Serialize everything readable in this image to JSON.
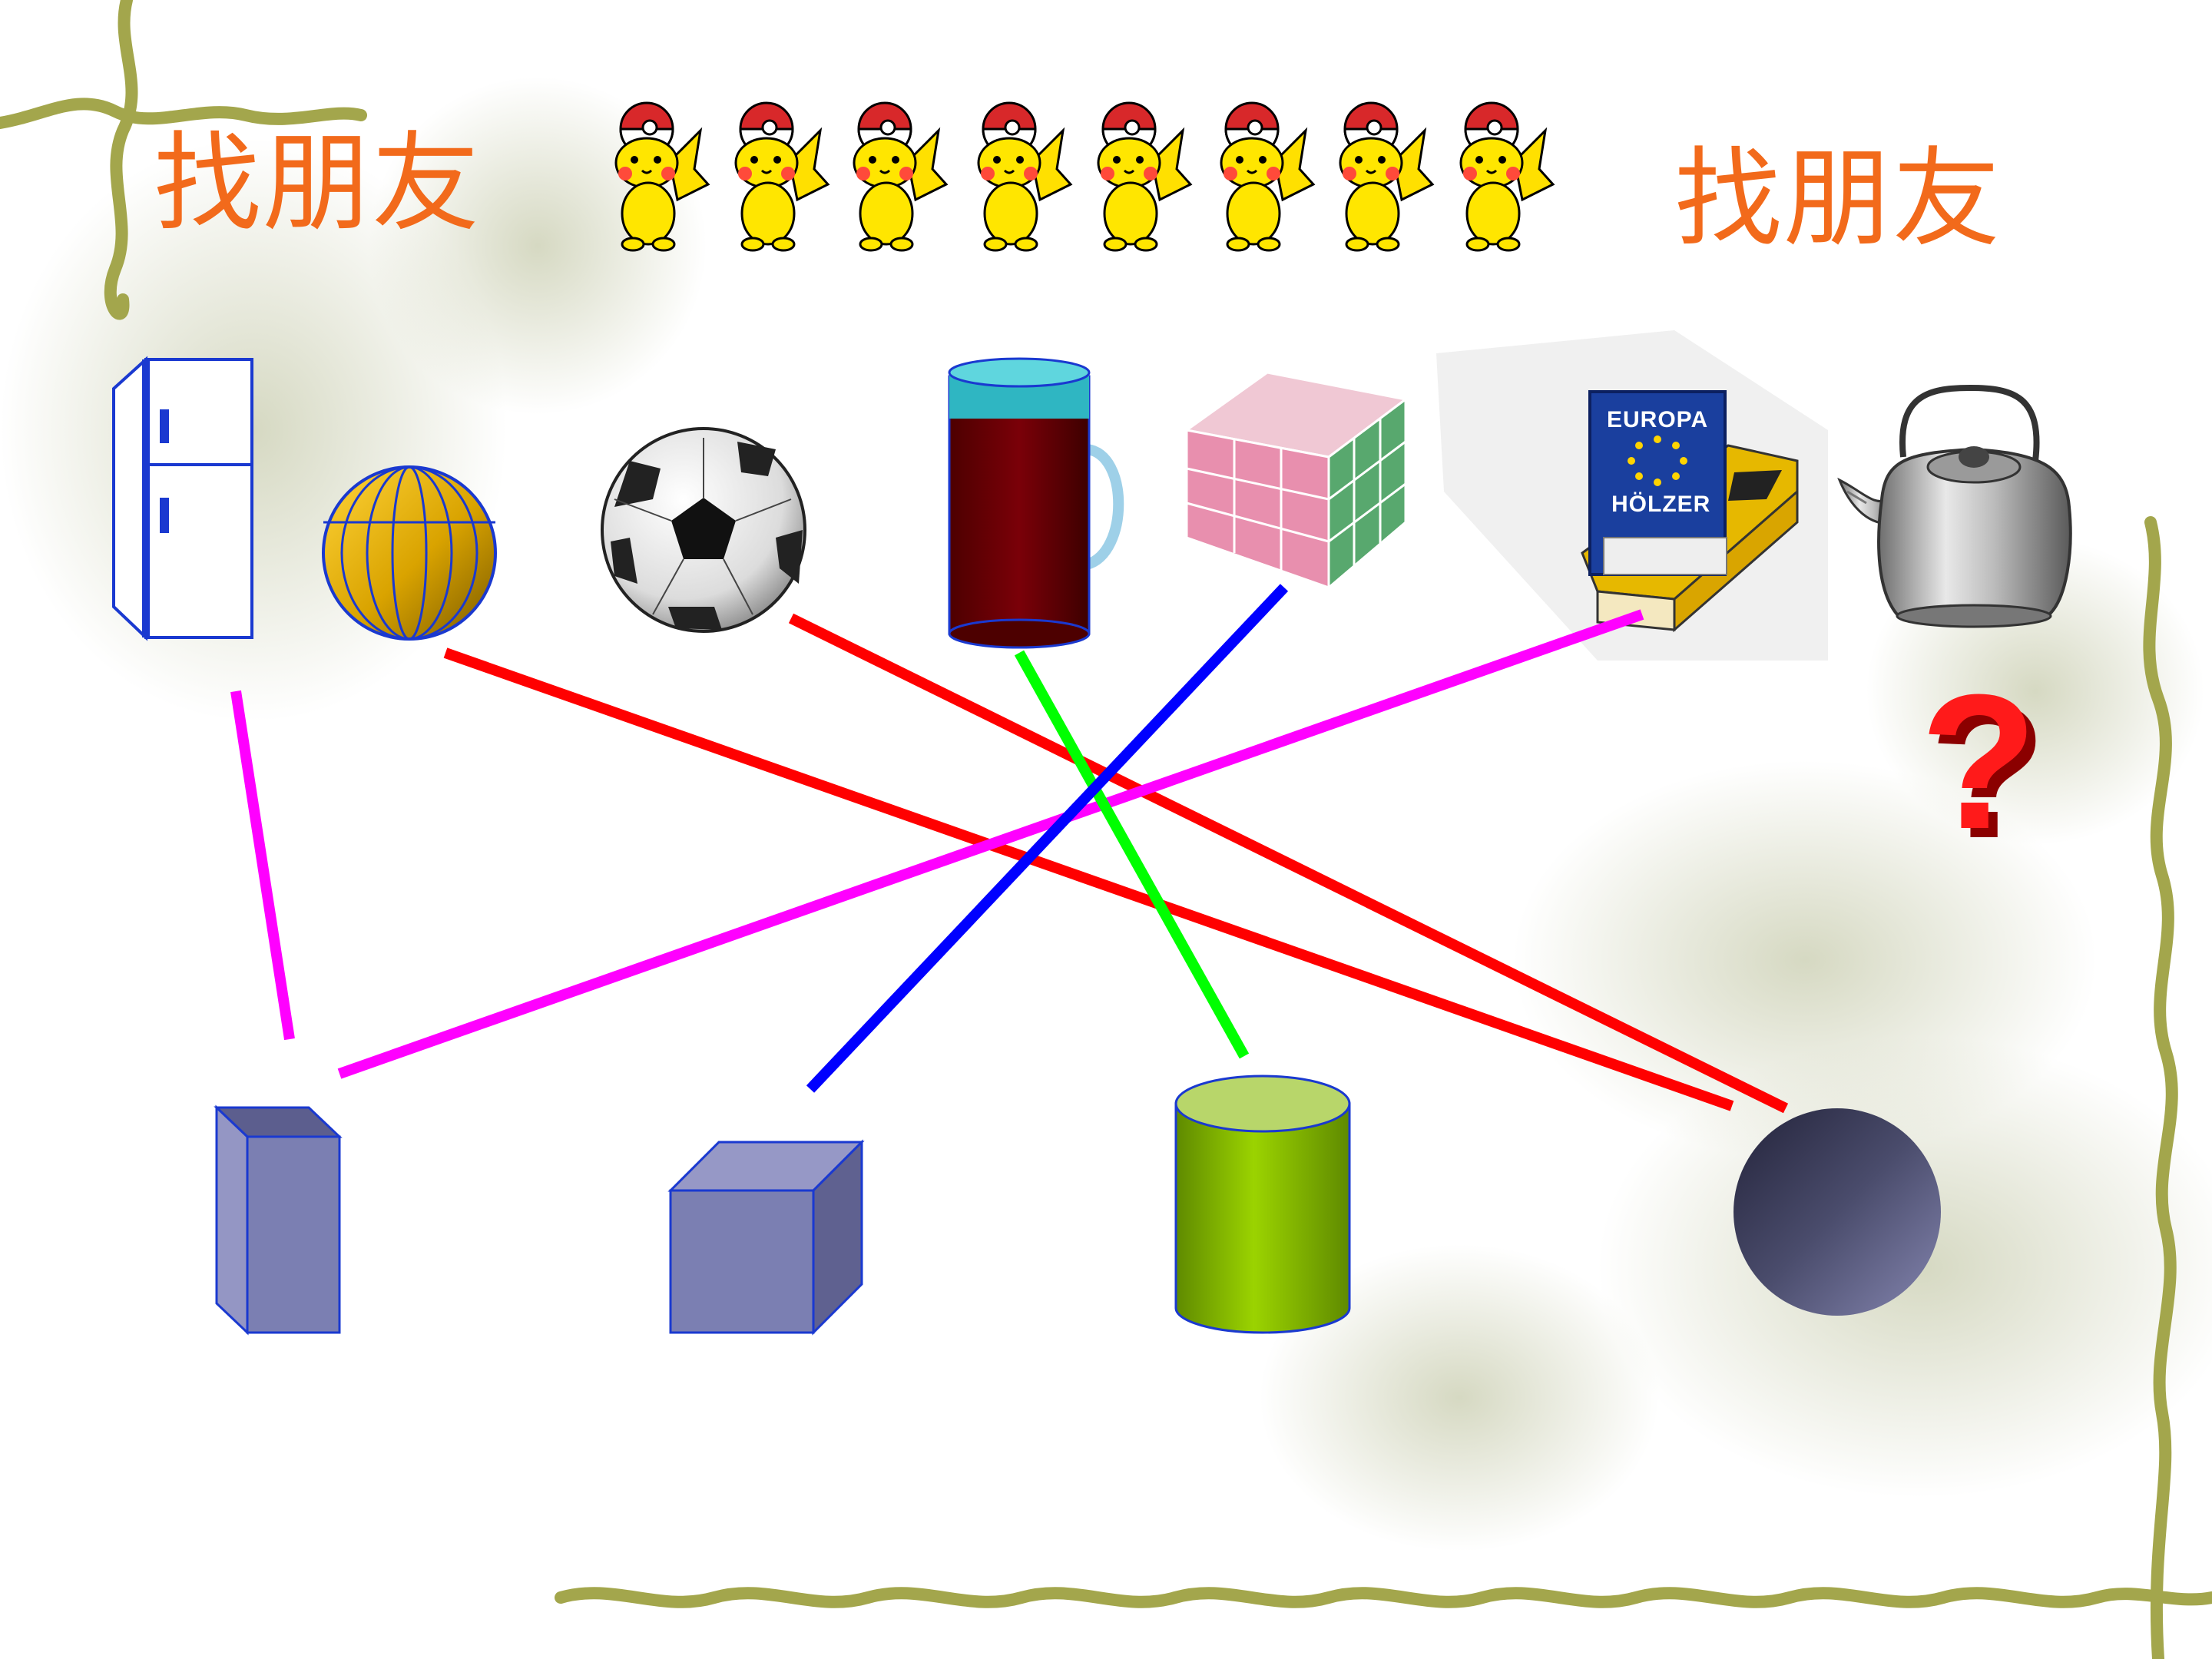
{
  "titles": {
    "left": "找朋友",
    "right": "找朋友"
  },
  "book": {
    "line1": "EUROPA",
    "line2": "HÖLZER"
  },
  "question_mark": "?",
  "colors": {
    "title": "#f26a1b",
    "line_red": "#ff0000",
    "line_magenta": "#ff00ff",
    "line_blue": "#0000ff",
    "line_green": "#00ff00",
    "solid_blue": "#7b7fb2",
    "cylinder_green": "#8fc400",
    "sphere_dark": "#3c3d58"
  },
  "objects_top": [
    "refrigerator",
    "globe",
    "soccer-ball",
    "mug",
    "cube-toy",
    "book-on-matchbox",
    "kettle"
  ],
  "shapes_bottom": [
    "cuboid",
    "cube",
    "cylinder",
    "sphere"
  ],
  "connections": [
    {
      "from": "refrigerator",
      "to": "cuboid",
      "color": "magenta"
    },
    {
      "from": "book-on-matchbox",
      "to": "cuboid",
      "color": "magenta"
    },
    {
      "from": "globe",
      "to": "sphere",
      "color": "red"
    },
    {
      "from": "soccer-ball",
      "to": "sphere",
      "color": "red"
    },
    {
      "from": "mug",
      "to": "cylinder",
      "color": "green"
    },
    {
      "from": "cube-toy",
      "to": "cube",
      "color": "blue"
    }
  ]
}
